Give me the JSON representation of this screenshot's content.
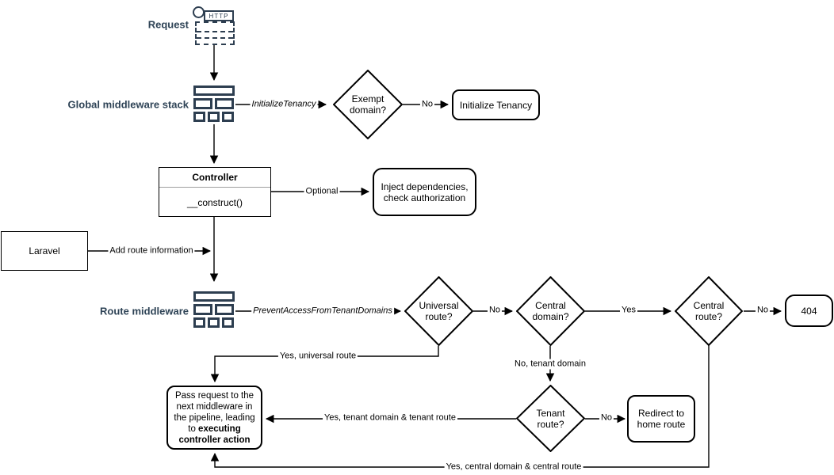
{
  "diagram": {
    "side_labels": {
      "request": "Request",
      "global_middleware_stack": "Global middleware stack",
      "route_middleware": "Route middleware"
    },
    "request_icon": {
      "protocol": "HTTP"
    },
    "nodes": {
      "exempt_domain": "Exempt domain?",
      "initialize_tenancy": "Initialize Tenancy",
      "controller": {
        "title": "Controller",
        "method": "__construct()"
      },
      "inject_dependencies": "Inject dependencies, check authorization",
      "laravel": "Laravel",
      "universal_route": "Universal route?",
      "central_domain": "Central domain?",
      "central_route": "Central route?",
      "not_found": "404",
      "tenant_route": "Tenant route?",
      "redirect_home": "Redirect to home route",
      "pass_request": {
        "text": "Pass request to the next middleware in the pipeline, leading to ",
        "bold": "executing controller action"
      }
    },
    "edge_labels": {
      "initialize_tenancy": "InitializeTenancy",
      "exempt_no": "No",
      "optional": "Optional",
      "add_route_information": "Add route information",
      "prevent_access": "PreventAccessFromTenantDomains",
      "universal_no": "No",
      "central_domain_yes": "Yes",
      "central_route_no": "No",
      "universal_yes": "Yes, universal route",
      "tenant_domain_no": "No, tenant domain",
      "tenant_route_no": "No",
      "tenant_yes": "Yes, tenant domain & tenant route",
      "central_yes": "Yes, central domain & central route"
    },
    "colors": {
      "accent": "#2d3e50",
      "line": "#000000"
    }
  }
}
